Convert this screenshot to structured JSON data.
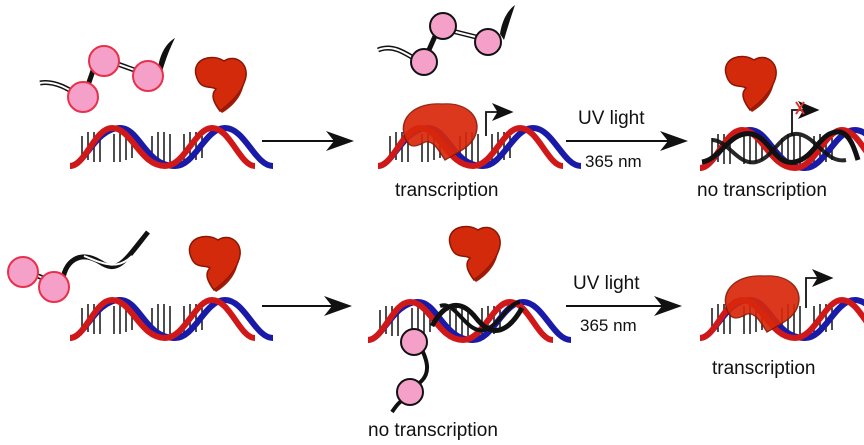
{
  "diagram": {
    "title": "Photocontrol of transcription with photoswitchable oligonucleotide",
    "colors": {
      "strand_red": "#d01818",
      "strand_blue": "#1a1aa8",
      "switch_pink": "#f4a0c8",
      "switch_outline": "#e8304a",
      "protein": "#d42a0c",
      "protein_dark": "#a01a06",
      "arrow": "#111111",
      "inhibit_x": "#e0302a"
    },
    "rows": [
      {
        "id": "top",
        "arrow1_label": "",
        "arrow2_label_top": "UV light",
        "arrow2_label_bottom": "365 nm",
        "middle_caption": "transcription",
        "right_caption": "no transcription"
      },
      {
        "id": "bottom",
        "arrow1_label": "",
        "arrow2_label_top": "UV light",
        "arrow2_label_bottom": "365 nm",
        "middle_caption": "no transcription",
        "right_caption": "transcription"
      }
    ]
  }
}
